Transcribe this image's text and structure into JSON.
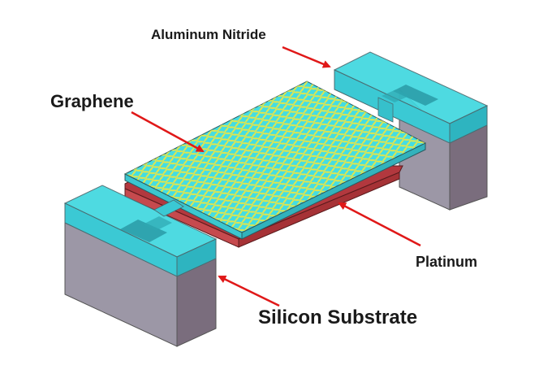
{
  "labels": {
    "aluminum_nitride": "Aluminum Nitride",
    "graphene": "Graphene",
    "platinum": "Platinum",
    "silicon_substrate": "Silicon Substrate"
  },
  "colors": {
    "aluminum_nitride": "#40e0e8",
    "graphene_fill": "#44dde2",
    "graphene_lattice": "#e8e84a",
    "platinum": "#c64a4e",
    "silicon_substrate": "#8e8898",
    "arrow": "#e01818",
    "text": "#1a1a1a"
  }
}
